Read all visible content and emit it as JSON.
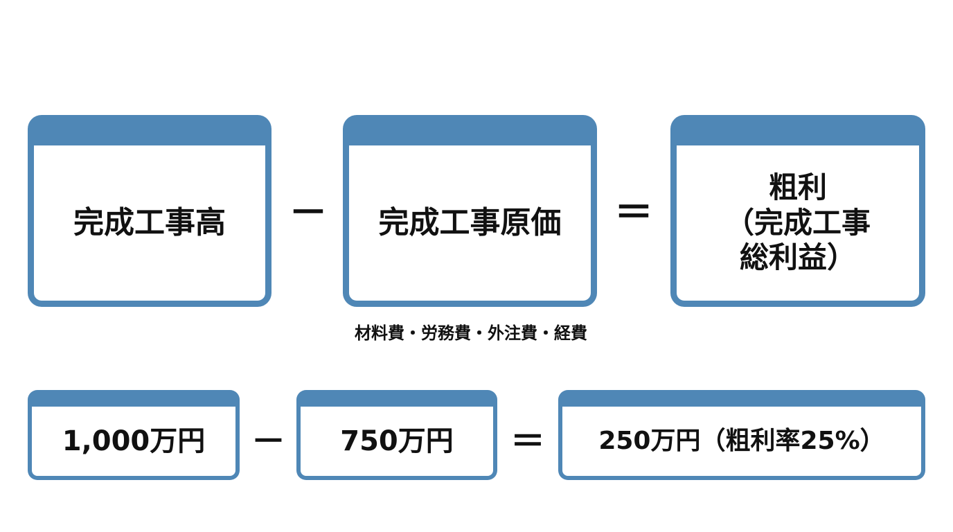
{
  "formula": {
    "revenue_label": "完成工事高",
    "minus_symbol": "－",
    "cost_label": "完成工事原価",
    "equals_symbol": "＝",
    "profit_label": "粗利\n（完成工事\n総利益）",
    "cost_breakdown": "材料費・労務費・外注費・経費"
  },
  "example": {
    "revenue_value": "1,000万円",
    "minus_symbol": "－",
    "cost_value": "750万円",
    "equals_symbol": "＝",
    "profit_value": "250万円（粗利率25%）"
  },
  "colors": {
    "box_header": "#4f87b6",
    "box_background": "#ffffff",
    "text": "#111111"
  }
}
